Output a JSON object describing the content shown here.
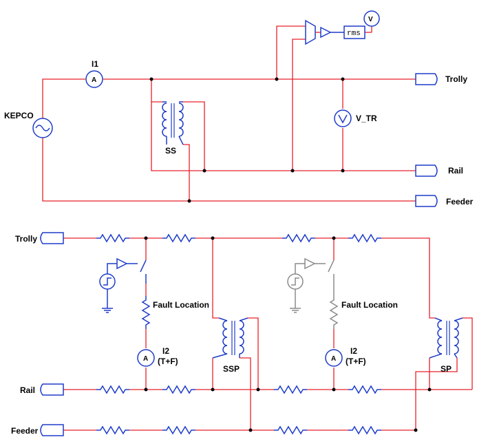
{
  "colors": {
    "wire": "#e8202a",
    "component": "#1e3cc8",
    "inactive": "#8a8a8a",
    "node": "#000000",
    "background": "#ffffff"
  },
  "labels": {
    "source": "KEPCO",
    "ammeter_top": "I1",
    "transformer_top": "SS",
    "voltmeter_tr": "V_TR",
    "rms_block": "rms",
    "voltmeter_out": "V",
    "port_trolly_top": "Trolly",
    "port_rail_top": "Rail",
    "port_feeder_top": "Feeder",
    "port_trolly_bottom": "Trolly",
    "port_rail_bottom": "Rail",
    "port_feeder_bottom": "Feeder",
    "fault_left": "Fault Location",
    "fault_right": "Fault Location",
    "ammeter_left": "I2",
    "ammeter_left_sub": "(T+F)",
    "ammeter_right": "I2",
    "ammeter_right_sub": "(T+F)",
    "transformer_ssp": "SSP",
    "transformer_sp": "SP",
    "ammeter_glyph": "A",
    "voltmeter_glyph": "V"
  },
  "icons": {
    "ac_source": "ac-source-icon",
    "ammeter": "ammeter-icon",
    "voltmeter": "voltmeter-icon",
    "transformer": "transformer-icon",
    "resistor": "resistor-icon",
    "switch": "switch-icon",
    "step_source": "step-source-icon",
    "ground": "ground-icon",
    "port": "port-icon"
  }
}
